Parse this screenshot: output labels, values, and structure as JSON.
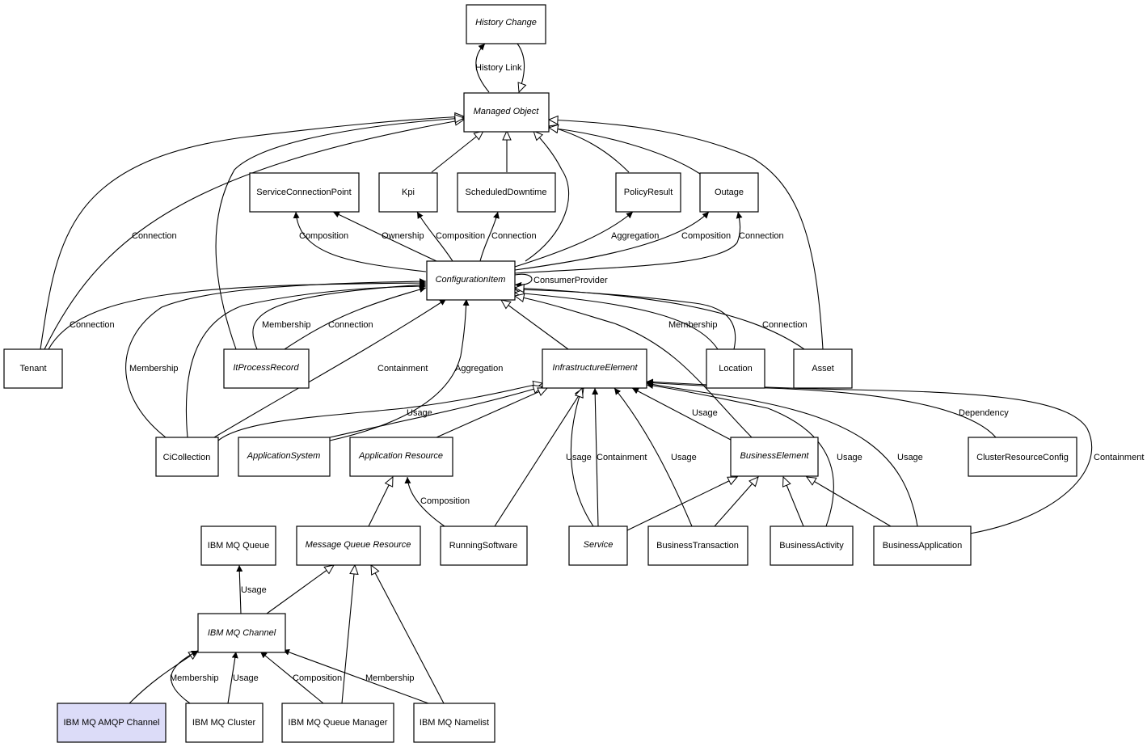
{
  "nodes": {
    "history_change": {
      "label": "History Change",
      "abstract": true
    },
    "managed_object": {
      "label": "Managed Object",
      "abstract": true
    },
    "service_connection_point": {
      "label": "ServiceConnectionPoint",
      "abstract": false
    },
    "kpi": {
      "label": "Kpi",
      "abstract": false
    },
    "scheduled_downtime": {
      "label": "ScheduledDowntime",
      "abstract": false
    },
    "policy_result": {
      "label": "PolicyResult",
      "abstract": false
    },
    "outage": {
      "label": "Outage",
      "abstract": false
    },
    "configuration_item": {
      "label": "ConfigurationItem",
      "abstract": true
    },
    "tenant": {
      "label": "Tenant",
      "abstract": false
    },
    "it_process_record": {
      "label": "ItProcessRecord",
      "abstract": true
    },
    "infrastructure_element": {
      "label": "InfrastructureElement",
      "abstract": true
    },
    "location": {
      "label": "Location",
      "abstract": false
    },
    "asset": {
      "label": "Asset",
      "abstract": false
    },
    "ci_collection": {
      "label": "CiCollection",
      "abstract": false
    },
    "application_system": {
      "label": "ApplicationSystem",
      "abstract": true
    },
    "application_resource": {
      "label": "Application Resource",
      "abstract": true
    },
    "business_element": {
      "label": "BusinessElement",
      "abstract": true
    },
    "cluster_resource_config": {
      "label": "ClusterResourceConfig",
      "abstract": false
    },
    "ibm_mq_queue": {
      "label": "IBM MQ Queue",
      "abstract": false
    },
    "message_queue_resource": {
      "label": "Message Queue Resource",
      "abstract": true
    },
    "running_software": {
      "label": "RunningSoftware",
      "abstract": false
    },
    "service": {
      "label": "Service",
      "abstract": true
    },
    "business_transaction": {
      "label": "BusinessTransaction",
      "abstract": false
    },
    "business_activity": {
      "label": "BusinessActivity",
      "abstract": false
    },
    "business_application": {
      "label": "BusinessApplication",
      "abstract": false
    },
    "ibm_mq_channel": {
      "label": "IBM MQ Channel",
      "abstract": true
    },
    "ibm_mq_amqp_channel": {
      "label": "IBM MQ AMQP Channel",
      "abstract": false,
      "highlighted": true
    },
    "ibm_mq_cluster": {
      "label": "IBM MQ Cluster",
      "abstract": false
    },
    "ibm_mq_queue_manager": {
      "label": "IBM MQ Queue Manager",
      "abstract": false
    },
    "ibm_mq_namelist": {
      "label": "IBM MQ Namelist",
      "abstract": false
    }
  },
  "edge_labels": {
    "history_link": "History Link",
    "tenant_mo_connection": "Connection",
    "tenant_ci_connection": "Connection",
    "ci_scp_composition": "Composition",
    "ci_scp_ownership": "Ownership",
    "ci_kpi_composition": "Composition",
    "ci_sd_connection": "Connection",
    "ci_pr_aggregation": "Aggregation",
    "ci_outage_composition": "Composition",
    "ci_outage_connection": "Connection",
    "ci_consumer_provider": "ConsumerProvider",
    "itpr_membership": "Membership",
    "itpr_connection": "Connection",
    "location_membership": "Membership",
    "asset_connection": "Connection",
    "cicollection_membership": "Membership",
    "cicollection_containment": "Containment",
    "appsys_aggregation": "Aggregation",
    "cicollection_usage": "Usage",
    "be_ie_usage": "Usage",
    "crc_dependency": "Dependency",
    "ba_containment": "Containment",
    "service_usage": "Usage",
    "service_containment": "Containment",
    "bt_usage": "Usage",
    "bact_usage": "Usage",
    "bapp_usage": "Usage",
    "rs_composition": "Composition",
    "channel_queue_usage": "Usage",
    "cluster_membership": "Membership",
    "cluster_usage": "Usage",
    "qm_composition": "Composition",
    "namelist_membership": "Membership"
  },
  "colors": {
    "highlight_fill": "#dcdcf8",
    "line": "#000000",
    "background": "#ffffff"
  }
}
